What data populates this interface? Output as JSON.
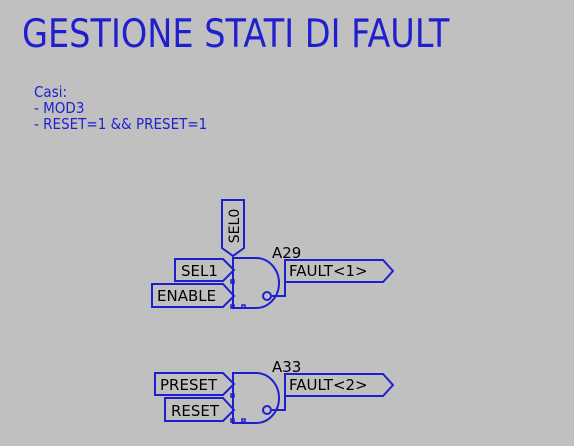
{
  "title": "GESTIONE STATI DI FAULT",
  "notes": {
    "heading": "Casi:",
    "items": [
      "- MOD3",
      "- RESET=1 && PRESET=1"
    ]
  },
  "gates": [
    {
      "ref": "A29",
      "inputs": [
        "SEL0",
        "SEL1",
        "ENABLE"
      ],
      "output": "FAULT<1>"
    },
    {
      "ref": "A33",
      "inputs": [
        "PRESET",
        "RESET"
      ],
      "output": "FAULT<2>"
    }
  ],
  "colors": {
    "background": "#c0c0c0",
    "wire": "#1f1fd0",
    "label_text": "#000000"
  }
}
